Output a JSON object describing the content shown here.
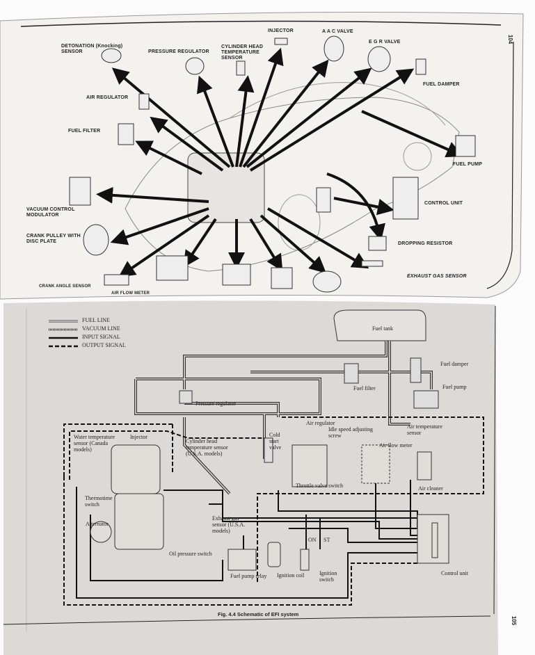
{
  "top_page": {
    "page_number": "104",
    "labels": {
      "detonation_sensor": "DETONATION (Knocking) SENSOR",
      "pressure_regulator": "PRESSURE REGULATOR",
      "cylinder_head_temp_sensor": "CYLINDER HEAD TEMPERATURE SENSOR",
      "injector": "INJECTOR",
      "aac_valve": "A A C VALVE",
      "egr_valve": "E G R VALVE",
      "fuel_damper": "FUEL DAMPER",
      "air_regulator": "AIR REGULATOR",
      "fuel_filter": "FUEL FILTER",
      "fuel_pump": "FUEL PUMP",
      "vacuum_control_modulator": "VACUUM CONTROL MODULATOR",
      "control_unit": "CONTROL UNIT",
      "crank_pulley": "CRANK PULLEY WITH DISC PLATE",
      "dropping_resistor": "DROPPING RESISTOR",
      "exhaust_gas_sensor": "EXHAUST GAS SENSOR",
      "crank_angle_sensor": "CRANK ANGLE SENSOR",
      "air_flow_meter": "AIR FLOW METER"
    }
  },
  "bottom_page": {
    "page_number": "105",
    "caption": "Fig. 4.4 Schematic of EFI system",
    "legend": {
      "fuel_line": "FUEL LINE",
      "vacuum_line": "VACUUM LINE",
      "input_signal": "INPUT SIGNAL",
      "output_signal": "OUTPUT SIGNAL"
    },
    "labels": {
      "fuel_tank": "Fuel tank",
      "fuel_damper": "Fuel damper",
      "fuel_filter": "Fuel filter",
      "fuel_pump": "Fuel pump",
      "pressure_regulator": "Pressure regulator",
      "air_regulator": "Air regulator",
      "idle_speed_screw": "Idle speed adjusting screw",
      "air_temp_sensor": "Air temperature sensor",
      "cold_start_valve": "Cold start valve",
      "air_flow_meter": "Air flow meter",
      "water_temp_sensor": "Water temperature sensor (Canada models)",
      "injector": "Injector",
      "cyl_head_temp_sensor": "Cylinder head temperature sensor (U.S.A. models)",
      "throttle_valve_switch": "Throttle valve switch",
      "air_cleaner": "Air cleaner",
      "thermotime_switch": "Thermotime switch",
      "alternator": "Alternator",
      "exhaust_gas_sensor": "Exhaust gas sensor (U.S.A. models)",
      "on": "ON",
      "st": "ST",
      "oil_pressure_switch": "Oil pressure switch",
      "fuel_pump_relay": "Fuel pump relay",
      "ignition_coil": "Ignition coil",
      "ignition_switch": "Ignition switch",
      "control_unit": "Control unit"
    }
  }
}
